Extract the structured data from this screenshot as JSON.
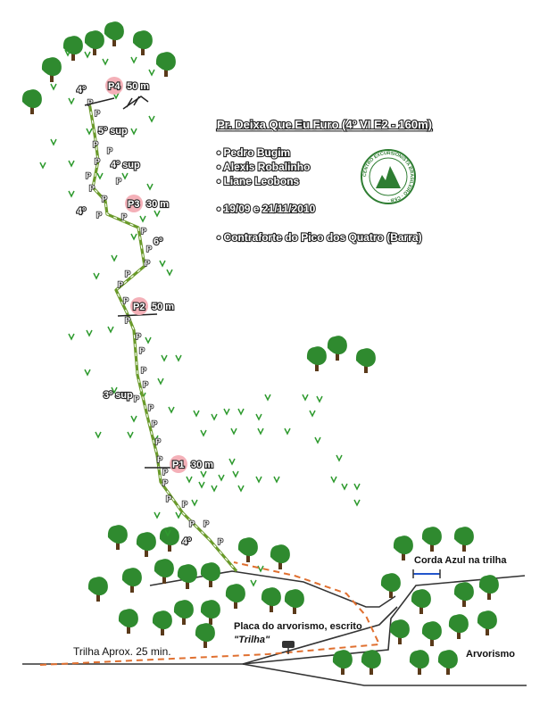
{
  "title": "Pr. Deixa Que Eu Furo (4º VI E2 - 160m)",
  "climbers": [
    "Pedro Bugim",
    "Alexis Robalinho",
    "Liane Leobons"
  ],
  "dates": "19/09 e 21/11/2010",
  "location": "Contraforte do Pico dos Quatro (Barra)",
  "logo": {
    "text": "CENTRO EXCURSIONISTA BRASILEIRO · CEB ·",
    "color": "#2e7d32"
  },
  "belays": [
    {
      "id": "P4",
      "label": "P4",
      "length": "50 m"
    },
    {
      "id": "P3",
      "label": "P3",
      "length": "30 m"
    },
    {
      "id": "P2",
      "label": "P2",
      "length": "50 m"
    },
    {
      "id": "P1",
      "label": "P1",
      "length": "30 m"
    }
  ],
  "grades": [
    "4º",
    "5º sup",
    "4º sup",
    "4º",
    "6º",
    "3º sup",
    "4º"
  ],
  "bolt_label": "P",
  "bolt_count": 34,
  "annotations": {
    "trail": "Trilha Aprox. 25 min.",
    "sign": "Placa do arvorismo, escrito",
    "sign_quote": "\"Trilha\"",
    "rope": "Corda Azul na trilha",
    "treetop": "Arvorismo"
  },
  "colors": {
    "route": "#6a9a2a",
    "route_dash": "#ffffff",
    "trail": "#e07030",
    "tree": "#2f8a2f",
    "trunk": "#5a3a1a",
    "grass": "#2e9a2e",
    "belay": "#f4b0b8",
    "rope": "#2255cc",
    "road": "#333333"
  }
}
